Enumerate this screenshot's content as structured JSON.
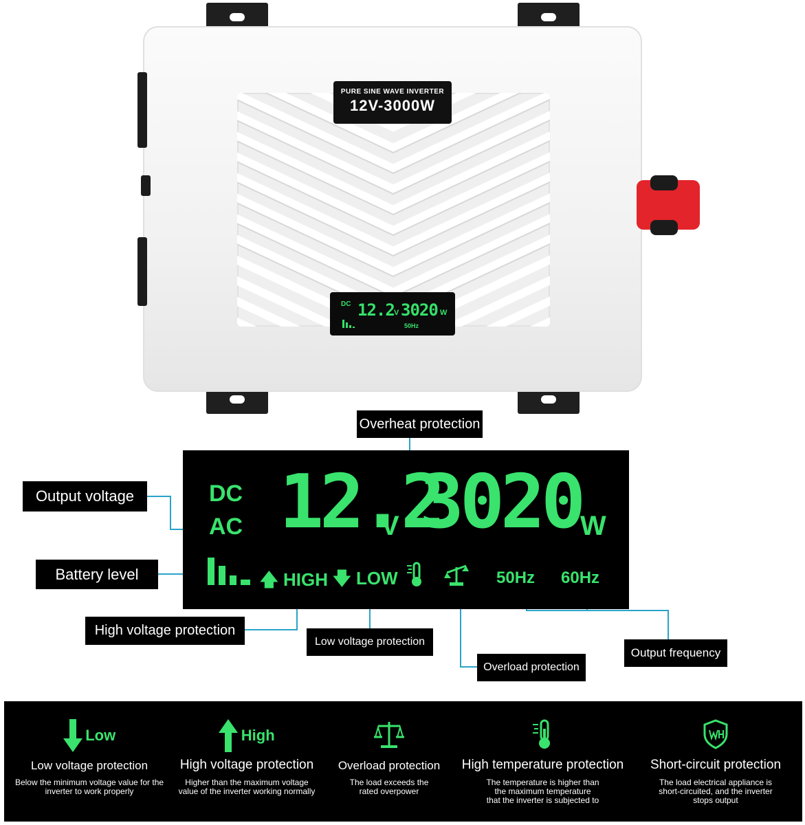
{
  "device": {
    "plate_subtitle": "PURE SINE WAVE INVERTER",
    "plate_model": "12V-3000W",
    "mini_display": {
      "source": "DC",
      "voltage": "12.2",
      "voltage_unit": "V",
      "power": "3020",
      "power_unit": "W",
      "frequency": "50Hz"
    }
  },
  "lcd": {
    "dc": "DC",
    "ac": "AC",
    "voltage": "12.2",
    "voltage_unit": "V",
    "power": "3020",
    "power_unit": "W",
    "high": "HIGH",
    "low": "LOW",
    "freq_50": "50Hz",
    "freq_60": "60Hz"
  },
  "callouts": {
    "overheat": "Overheat protection",
    "output_voltage": "Output voltage",
    "battery_level": "Battery level",
    "high_voltage": "High voltage protection",
    "low_voltage": "Low voltage protection",
    "overload": "Overload protection",
    "output_frequency": "Output frequency"
  },
  "legend": {
    "items": [
      {
        "icon_word": "Low",
        "title": "Low voltage protection",
        "desc_1": "Below the minimum voltage value for the",
        "desc_2": "inverter to work properly",
        "desc_3": ""
      },
      {
        "icon_word": "High",
        "title": "High voltage protection",
        "desc_1": "Higher than the maximum voltage",
        "desc_2": "value of the inverter working normally",
        "desc_3": ""
      },
      {
        "icon_word": "",
        "title": "Overload protection",
        "desc_1": "The load exceeds the",
        "desc_2": "rated overpower",
        "desc_3": ""
      },
      {
        "icon_word": "",
        "title": "High temperature protection",
        "desc_1": "The temperature is higher than",
        "desc_2": "the maximum temperature",
        "desc_3": "that the inverter is subjected to"
      },
      {
        "icon_word": "",
        "title": "Short-circuit protection",
        "desc_1": "The load electrical appliance is",
        "desc_2": "short-circuited, and the inverter",
        "desc_3": "stops output"
      }
    ]
  },
  "colors": {
    "lcd_green": "#39e36d",
    "terminal_red": "#e3242b",
    "leader_line": "#29a3c9"
  }
}
